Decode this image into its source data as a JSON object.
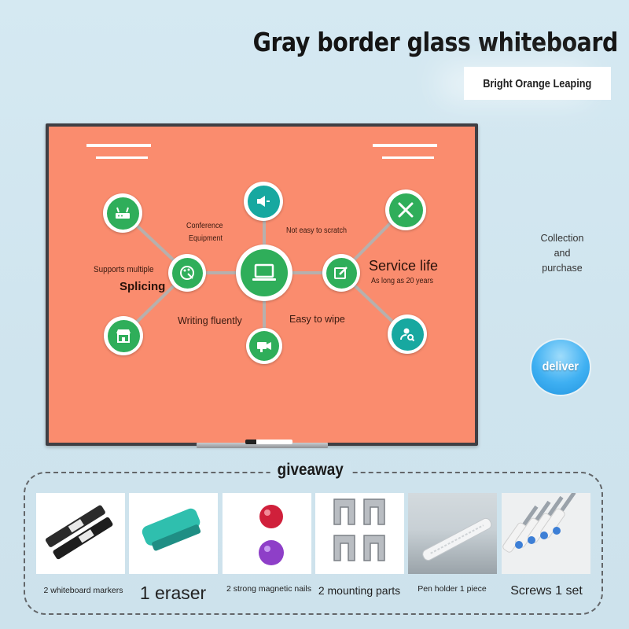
{
  "header": {
    "title": "Gray border glass whiteboard",
    "subtitle": "Bright Orange Leaping"
  },
  "board": {
    "color": "#fa8c6e",
    "frame_color": "#3f3f44",
    "labels": {
      "conference_line1": "Conference",
      "conference_line2": "Equipment",
      "scratch": "Not easy to scratch",
      "supports": "Supports multiple",
      "splicing": "Splicing",
      "service_life": "Service life",
      "service_years": "As long as 20 years",
      "writing": "Writing fluently",
      "wipe": "Easy to wipe"
    },
    "icons": {
      "center": "laptop-icon",
      "top": "speaker-icon",
      "bottom": "video-camera-icon",
      "left": "palette-icon",
      "right": "edit-icon",
      "top_left": "router-icon",
      "bottom_left": "shop-icon",
      "top_right": "tools-icon",
      "bottom_right": "user-search-icon"
    }
  },
  "side": {
    "collect_line1": "Collection",
    "collect_line2": "and",
    "collect_line3": "purchase",
    "deliver": "deliver"
  },
  "giveaway": {
    "title": "giveaway",
    "items": [
      {
        "label": "2 whiteboard markers"
      },
      {
        "label": "1 eraser"
      },
      {
        "label": "2 strong magnetic nails"
      },
      {
        "label": "2 mounting parts"
      },
      {
        "label": "Pen holder 1 piece"
      },
      {
        "label": "Screws 1 set"
      }
    ]
  }
}
